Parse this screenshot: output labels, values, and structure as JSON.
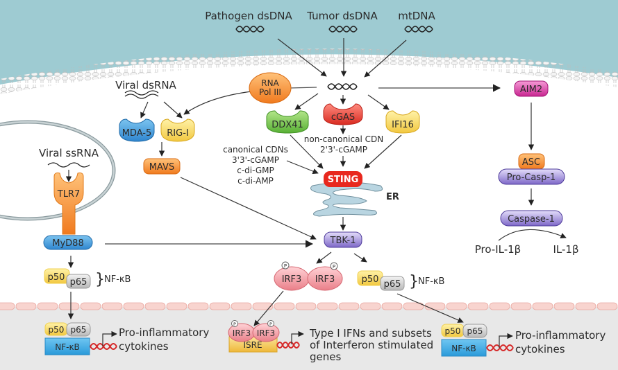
{
  "title": "cGAS-STING and related cytosolic nucleic acid sensing pathways",
  "colors": {
    "extracellular": "#9ecbd2",
    "cytoplasm": "#ffffff",
    "nucleus": "#e8e8e8",
    "nuclear_membrane": "#f4c2bc",
    "er": "#b9d5e1",
    "sting": "#e8281e",
    "cgas": "#e8453a",
    "ddx41": "#6fc24a",
    "ifi16": "#f7d54a",
    "rig_i": "#f5cf55",
    "mda5": "#3d8fd1",
    "mavs": "#f38a2a",
    "rna_pol_iii": "#f39a3d",
    "tlr7": "#f59a2c",
    "myd88": "#4aa5df",
    "tbk1": "#7b64c2",
    "irf3": "#f08a92",
    "aim2": "#d6309e",
    "asc": "#f38a2a",
    "casp": "#8b7ad0",
    "p50": "#fae27a",
    "p65": "#c8c8c8",
    "nfkb": "#35a7e0",
    "isre": "#f1c24b",
    "dna_helix": "#d62828"
  },
  "ligands": {
    "pathogen_dsdna": "Pathogen dsDNA",
    "tumor_dsdna": "Tumor dsDNA",
    "mtdna": "mtDNA",
    "viral_dsrna": "Viral dsRNA",
    "viral_ssrna": "Viral ssRNA"
  },
  "sensors": {
    "rna_pol_iii_line1": "RNA",
    "rna_pol_iii_line2": "Pol III",
    "ddx41": "DDX41",
    "cgas": "cGAS",
    "ifi16": "IFI16",
    "mda5": "MDA-5",
    "rig_i": "RIG-I",
    "mavs": "MAVS",
    "tlr7": "TLR7",
    "myd88": "MyD88",
    "aim2": "AIM2"
  },
  "cdn_labels": {
    "noncanonical_line1": "non-canonical CDN",
    "noncanonical_line2": "2'3'-cGAMP",
    "canonical": [
      "canonical CDNs",
      "3'3'-cGAMP",
      "c-di-GMP",
      "c-di-AMP"
    ]
  },
  "core": {
    "sting": "STING",
    "er": "ER",
    "tbk1": "TBK-1",
    "irf3": "IRF3",
    "phospho": "P"
  },
  "inflammasome": {
    "asc": "ASC",
    "pro_casp1": "Pro-Casp-1",
    "caspase1": "Caspase-1",
    "pro_il1b": "Pro-IL-1β",
    "il1b": "IL-1β"
  },
  "nfkb": {
    "p50": "p50",
    "p65": "p65",
    "brace": "}",
    "label": "NF-κB",
    "box": "NF-κB"
  },
  "nucleus_outputs": {
    "left_line1": "Pro-inflammatory",
    "left_line2": "cytokines",
    "isre": "ISRE",
    "ifn_line1": "Type I IFNs and subsets",
    "ifn_line2": "of Interferon stimulated",
    "ifn_line3": "genes",
    "right_line1": "Pro-inflammatory",
    "right_line2": "cytokines"
  }
}
